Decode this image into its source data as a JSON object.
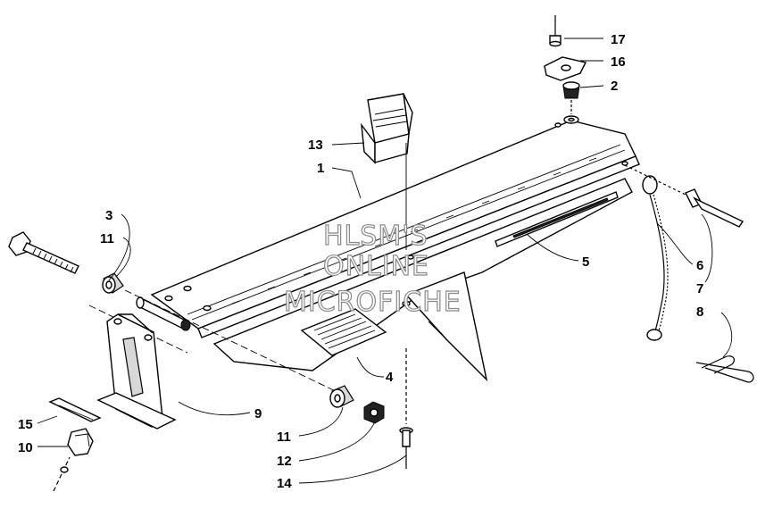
{
  "callouts": {
    "c1": "1",
    "c2": "2",
    "c3": "3",
    "c4": "4",
    "c5": "5",
    "c6": "6",
    "c7": "7",
    "c8": "8",
    "c9": "9",
    "c10": "10",
    "c11a": "11",
    "c11b": "11",
    "c12": "12",
    "c13": "13",
    "c14": "14",
    "c15": "15",
    "c16": "16",
    "c17": "17"
  },
  "watermark": {
    "line1": "HLSM'S",
    "line2": "ONLINE",
    "line3": "MICROFICHE"
  },
  "colors": {
    "ink": "#000000",
    "paper": "#ffffff",
    "shade": "#d8d8d8",
    "watermark_edge": "#8a8a8a"
  }
}
